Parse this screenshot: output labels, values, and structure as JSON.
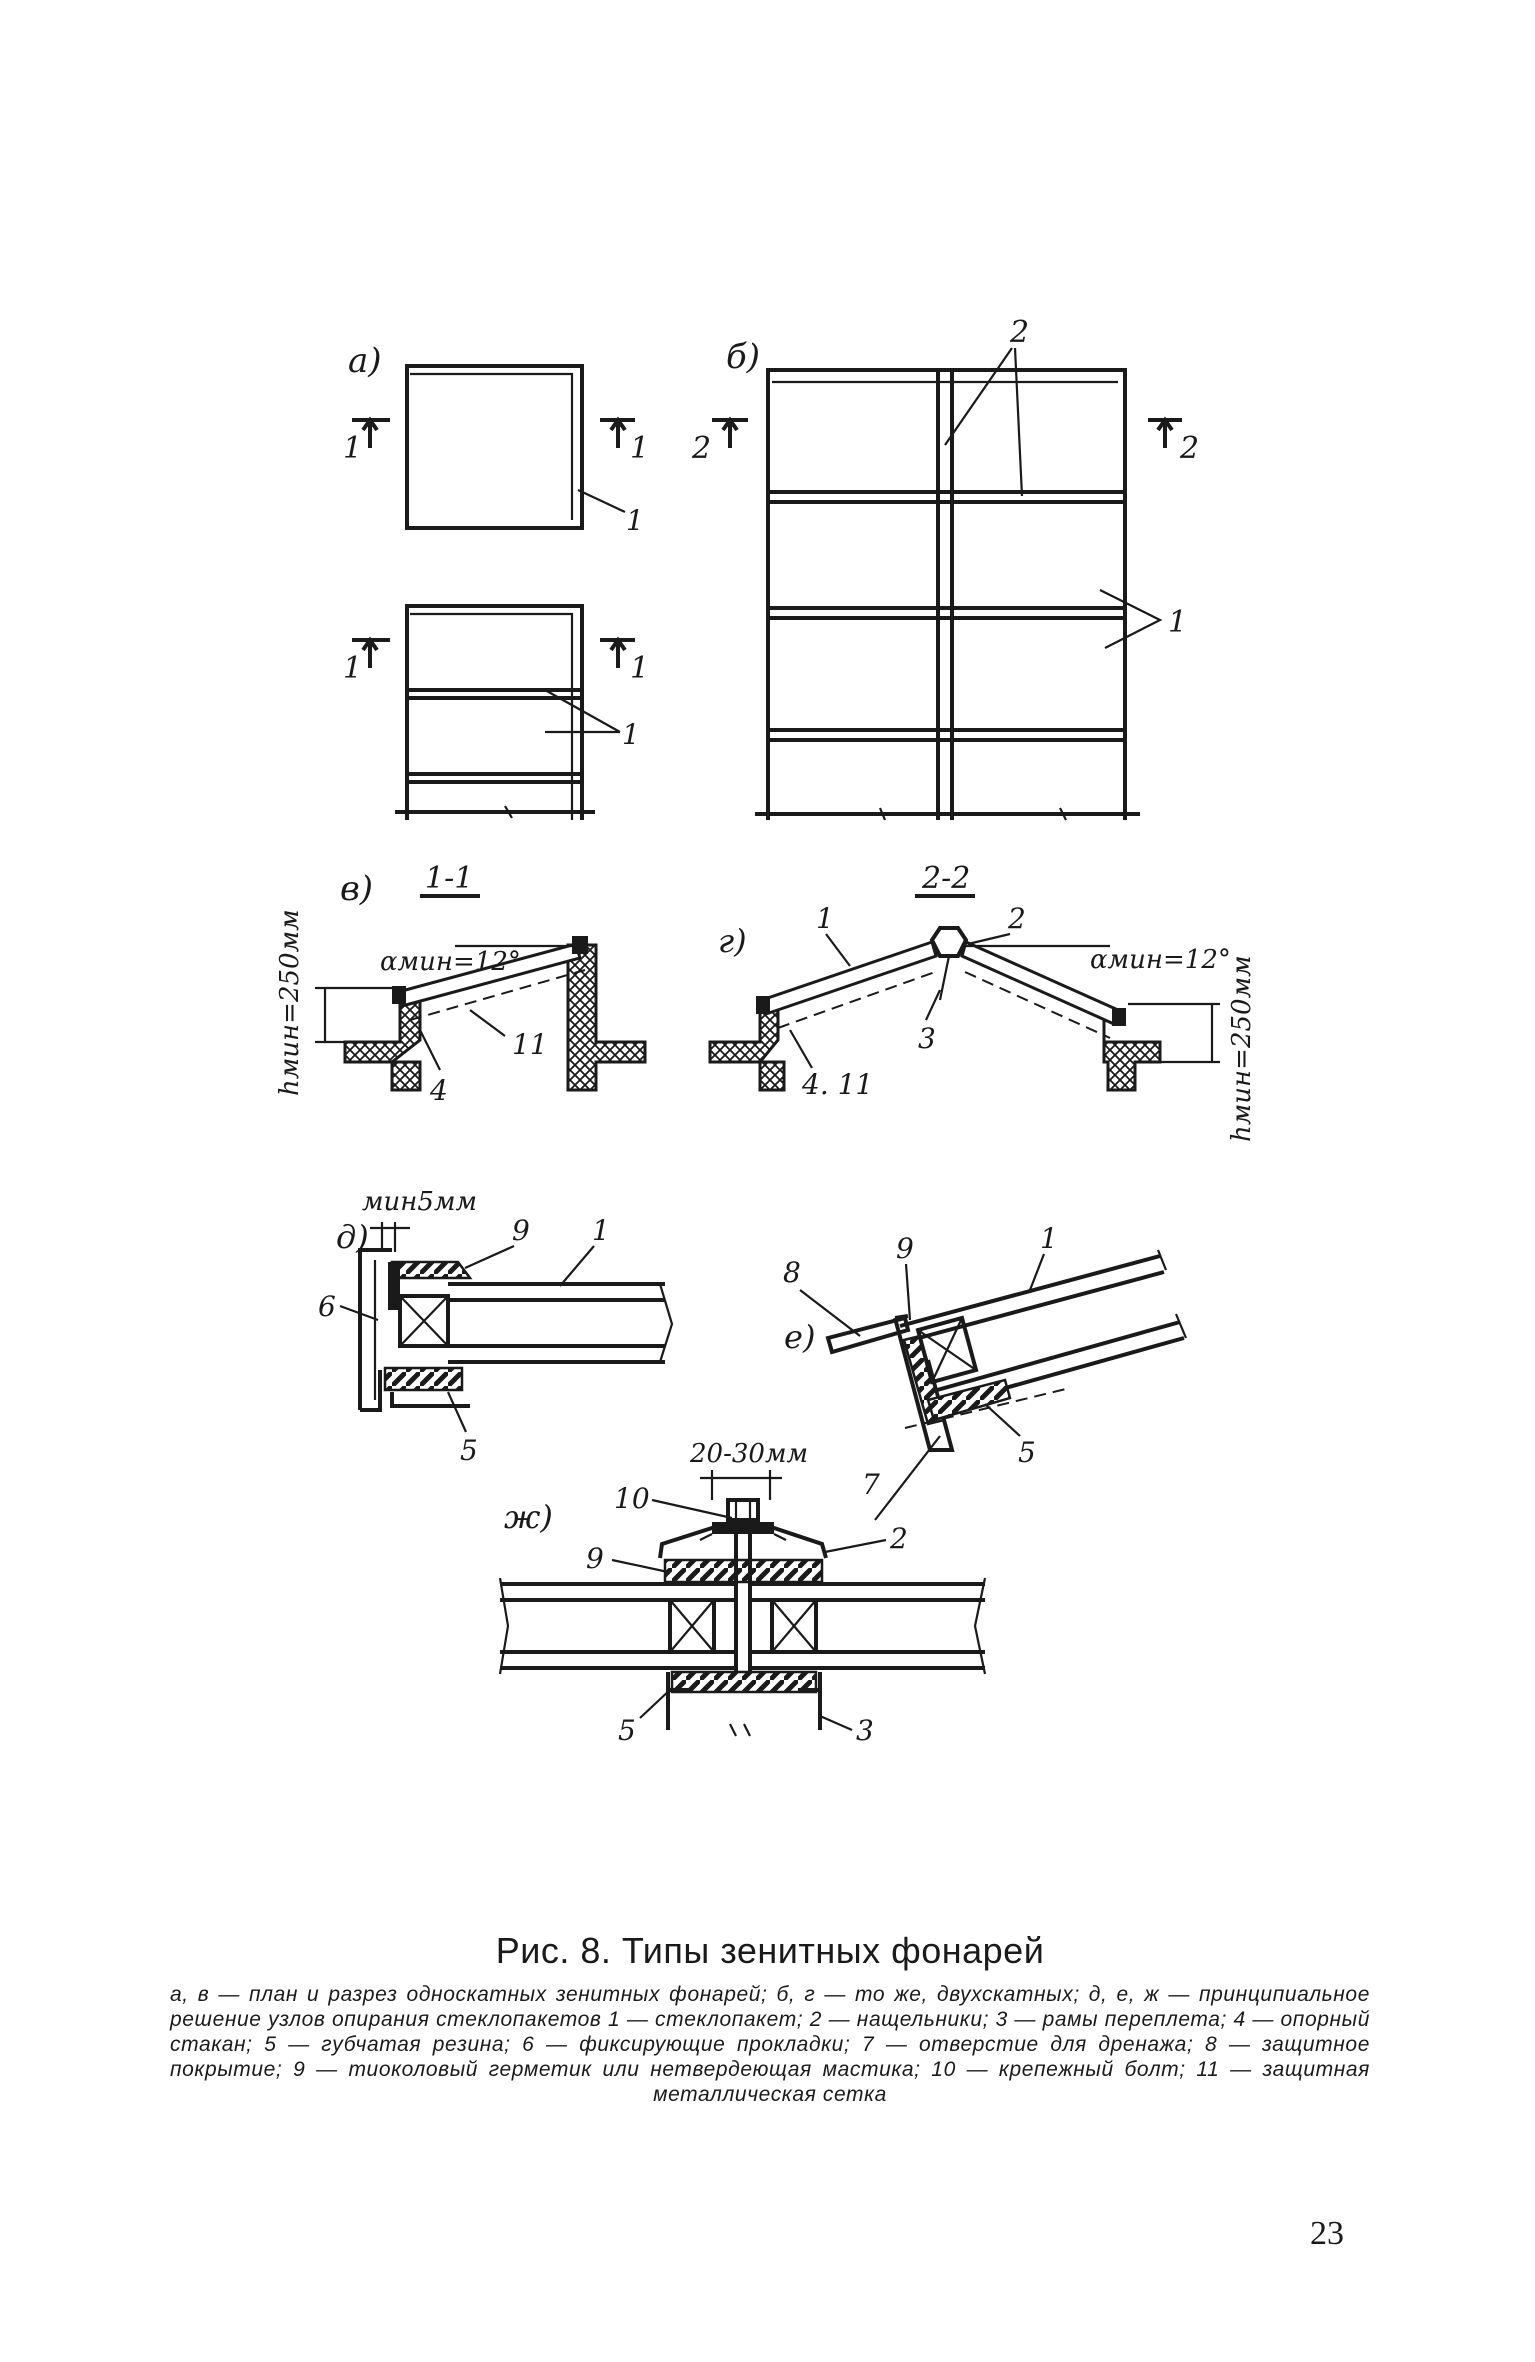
{
  "figure": {
    "panels": {
      "a": "а)",
      "b": "б)",
      "v": "в)",
      "g": "г)",
      "d": "д)",
      "e": "е)",
      "zh": "ж)"
    },
    "section_marks": {
      "s1_left": "1",
      "s1_right": "1",
      "s2_left": "2",
      "s2_right": "2"
    },
    "section_titles": {
      "s11": "1-1",
      "s22": "2-2"
    },
    "callouts": {
      "n1": "1",
      "n2": "2",
      "n3": "3",
      "n4": "4",
      "n5": "5",
      "n6": "6",
      "n7": "7",
      "n8": "8",
      "n9": "9",
      "n10": "10",
      "n11": "11",
      "n4_11": "4. 11"
    },
    "dimensions": {
      "alpha_min": "αмин=12°",
      "h_min": "hмин=250мм",
      "gap_min": "мин5мм",
      "bolt_span": "20-30мм"
    }
  },
  "caption": {
    "title": "Рис. 8. Типы зенитных фонарей",
    "body": "а, в — план и разрез односкатных зенитных фонарей; б, г — то же, двухскатных; д, е, ж — принципиальное решение узлов опирания стеклопакетов 1 — стеклопакет; 2 — нащельники; 3 — рамы переплета; 4 — опорный стакан; 5 — губчатая резина; 6 — фиксирующие прокладки; 7 — отверстие для дренажа; 8 — защитное покрытие; 9 — тиоколовый герметик или нетвердеющая мастика; 10 — крепежный болт; 11 — защитная металлическая сетка"
  },
  "page_number": "23"
}
